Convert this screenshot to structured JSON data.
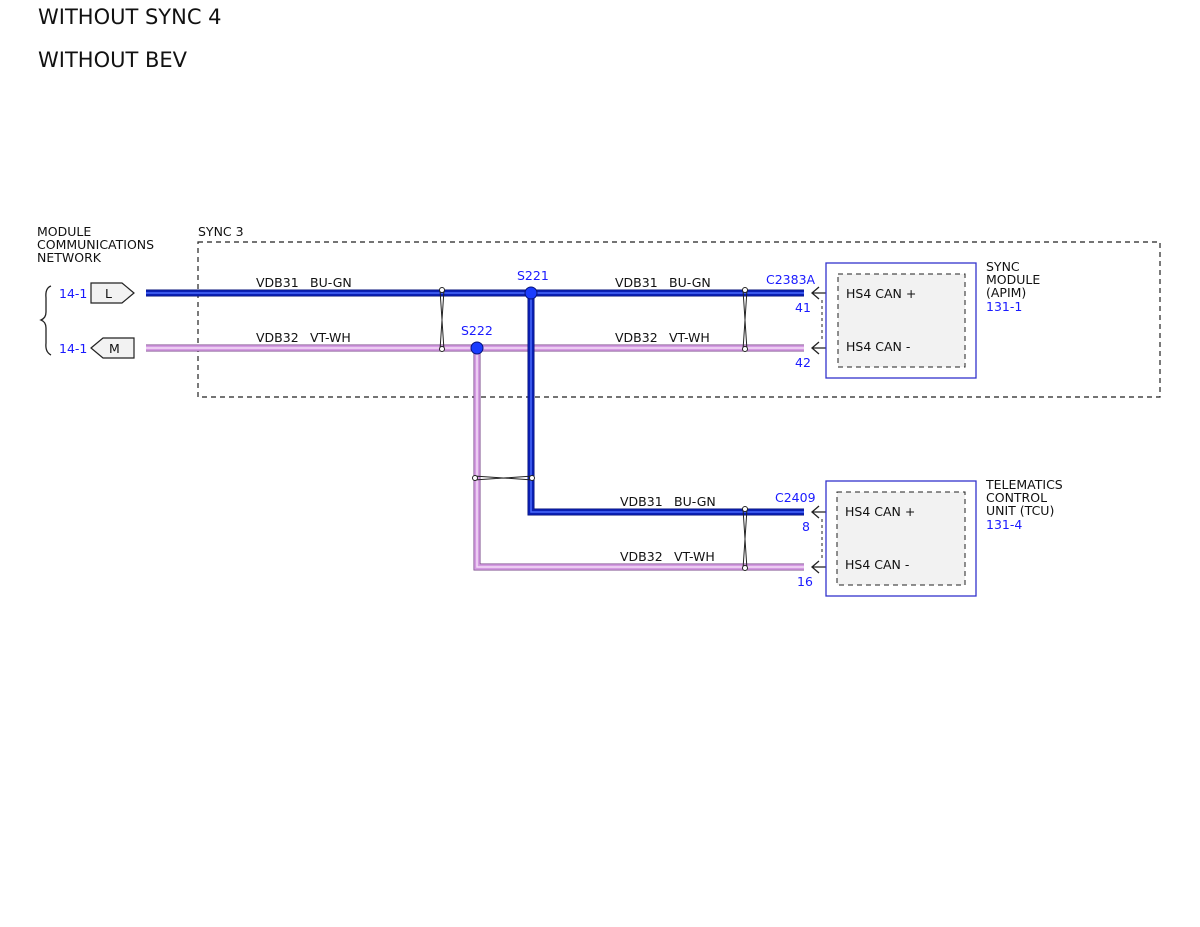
{
  "headers": [
    "WITHOUT SYNC 4",
    "WITHOUT BEV"
  ],
  "network": {
    "label_lines": [
      "MODULE",
      "COMMUNICATIONS",
      "NETWORK"
    ],
    "refs": [
      "14-1",
      "14-1"
    ],
    "connectors": [
      "L",
      "M"
    ]
  },
  "sync3_label": "SYNC 3",
  "wires": {
    "vdb31": {
      "circuit": "VDB31",
      "color_code": "BU-GN",
      "color": "#0a1fb4",
      "highlight": "#4a6cff"
    },
    "vdb32": {
      "circuit": "VDB32",
      "color_code": "VT-WH",
      "color": "#c98ad9",
      "highlight": "#f4dcf8"
    }
  },
  "splices": [
    "S221",
    "S222"
  ],
  "modules": [
    {
      "name_lines": [
        "SYNC",
        "MODULE",
        "(APIM)"
      ],
      "ref": "131-1",
      "connector": "C2383A",
      "pins": [
        "41",
        "42"
      ],
      "pin_labels": [
        "HS4 CAN +",
        "HS4 CAN -"
      ]
    },
    {
      "name_lines": [
        "TELEMATICS",
        "CONTROL",
        "UNIT (TCU)"
      ],
      "ref": "131-4",
      "connector": "C2409",
      "pins": [
        "8",
        "16"
      ],
      "pin_labels": [
        "HS4 CAN +",
        "HS4 CAN -"
      ]
    }
  ],
  "colors": {
    "text": "#111111",
    "ref_text": "#1a1aff",
    "module_border": "#3333cc",
    "module_fill": "#f2f2f2"
  }
}
